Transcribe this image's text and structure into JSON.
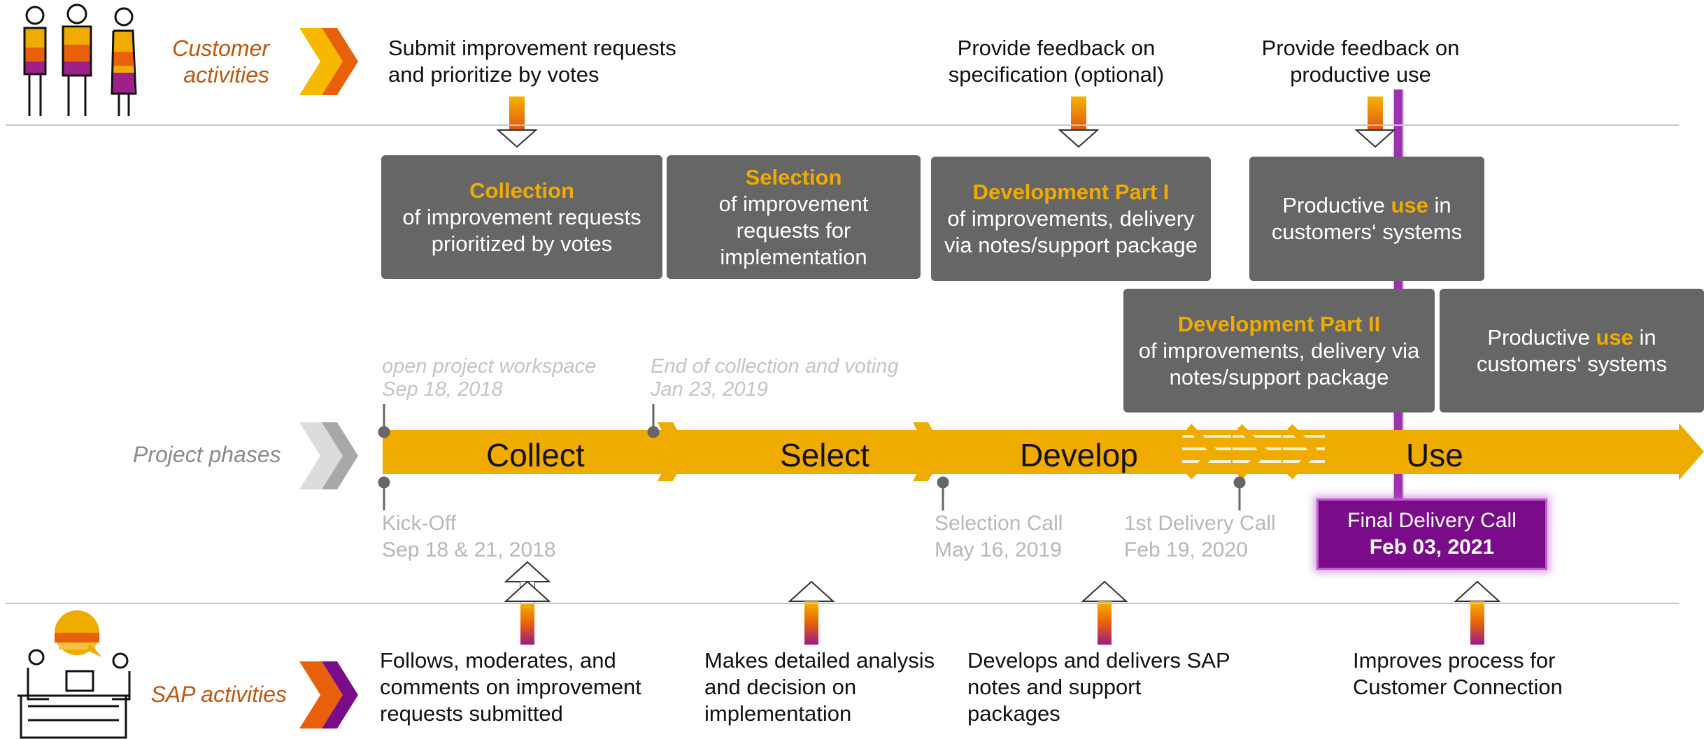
{
  "lanes": {
    "customer": "Customer activities",
    "project": "Project phases",
    "sap": "SAP activities"
  },
  "customer_activities": [
    "Submit improvement requests and prioritize by votes",
    "Provide feedback on specification (optional)",
    "Provide feedback on productive use"
  ],
  "boxes": {
    "collection": {
      "heading": "Collection",
      "text": "of improvement requests prioritized by votes"
    },
    "selection": {
      "heading": "Selection",
      "text": "of improvement requests for implementation"
    },
    "dev1": {
      "heading": "Development Part I",
      "text": "of improvements, delivery via notes/support package"
    },
    "use1": {
      "pre": "Productive ",
      "hl": "use",
      "post": " in customers‘ systems"
    },
    "dev2": {
      "heading": "Development Part II",
      "text": "of improvements, delivery via notes/support package"
    },
    "use2": {
      "pre": "Productive ",
      "hl": "use",
      "post": " in customers‘ systems"
    }
  },
  "phases": [
    "Collect",
    "Select",
    "Develop",
    "Use"
  ],
  "milestones_top": [
    {
      "label": "open project workspace",
      "date": "Sep 18, 2018"
    },
    {
      "label": "End of collection and voting",
      "date": "Jan 23, 2019"
    }
  ],
  "milestones_bottom": [
    {
      "label": "Kick-Off",
      "date": "Sep 18 & 21, 2018"
    },
    {
      "label": "Selection Call",
      "date": "May 16, 2019"
    },
    {
      "label": "1st Delivery Call",
      "date": "Feb 19, 2020"
    }
  ],
  "final_delivery": {
    "label": "Final Delivery Call",
    "date": "Feb 03, 2021"
  },
  "sap_activities": [
    "Follows, moderates, and comments on improvement requests submitted",
    "Makes detailed analysis and decision on implementation",
    "Develops and delivers SAP notes and support packages",
    "Improves process for Customer Connection"
  ],
  "colors": {
    "accent": "#f0ab00",
    "orange": "#e8600a",
    "purple": "#7a0c8a",
    "box": "#666666",
    "lane_label": "#c0560f",
    "line": "#c8c8c8"
  },
  "icons": [
    "customer-people-icon",
    "sap-meeting-icon",
    "chevron-orange-icon",
    "chevron-purple-icon",
    "chevron-gray-icon"
  ]
}
